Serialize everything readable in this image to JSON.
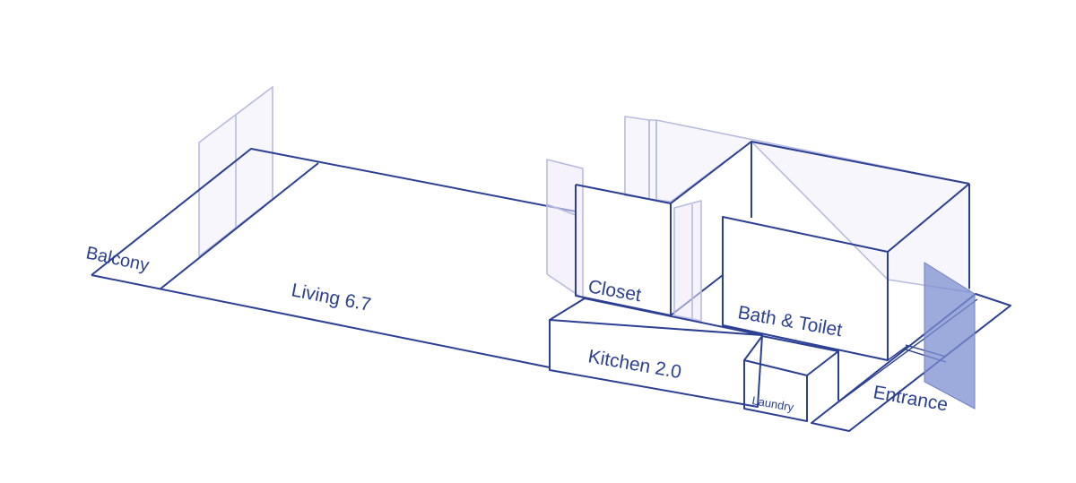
{
  "colors": {
    "line": "#2b3f93",
    "glass": "#b7bcdf",
    "door": "#7c8fd0",
    "background": "#ffffff"
  },
  "rooms": {
    "balcony": "Balcony",
    "living": "Living 6.7",
    "closet": "Closet",
    "bath_toilet": "Bath & Toilet",
    "kitchen": "Kitchen 2.0",
    "laundry": "Laundry",
    "entrance": "Entrance"
  }
}
